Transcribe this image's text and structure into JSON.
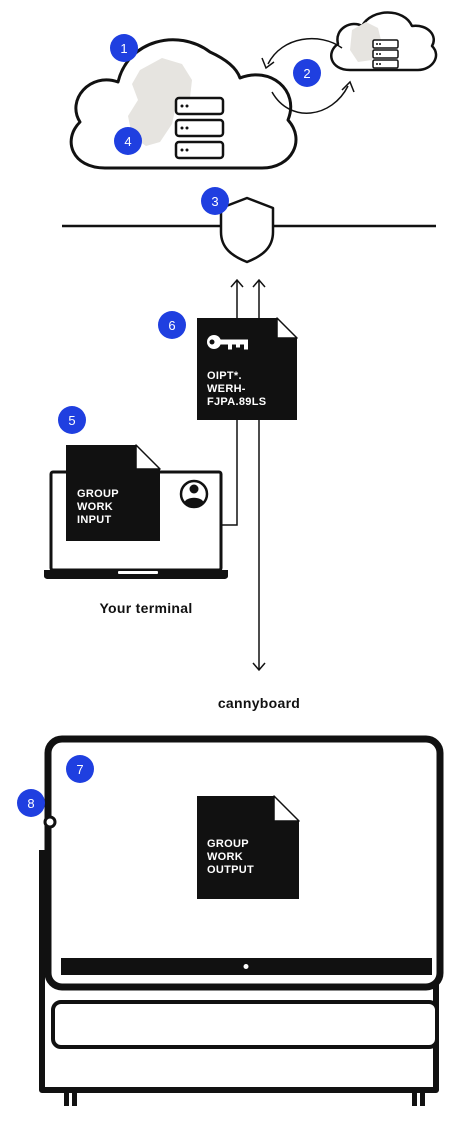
{
  "badges": {
    "b1": "1",
    "b2": "2",
    "b3": "3",
    "b4": "4",
    "b5": "5",
    "b6": "6",
    "b7": "7",
    "b8": "8"
  },
  "key_document": {
    "line1": "OIPT*.",
    "line2": "WERH-",
    "line3": "FJPA.89LS"
  },
  "input_document": {
    "line1": "GROUP",
    "line2": "WORK",
    "line3": "INPUT"
  },
  "output_document": {
    "line1": "GROUP",
    "line2": "WORK",
    "line3": "OUTPUT"
  },
  "labels": {
    "terminal": "Your terminal",
    "board": "cannyboard"
  },
  "colors": {
    "badge": "#1f3fe0",
    "ink": "#111111",
    "map_region": "#e6e4e0"
  }
}
